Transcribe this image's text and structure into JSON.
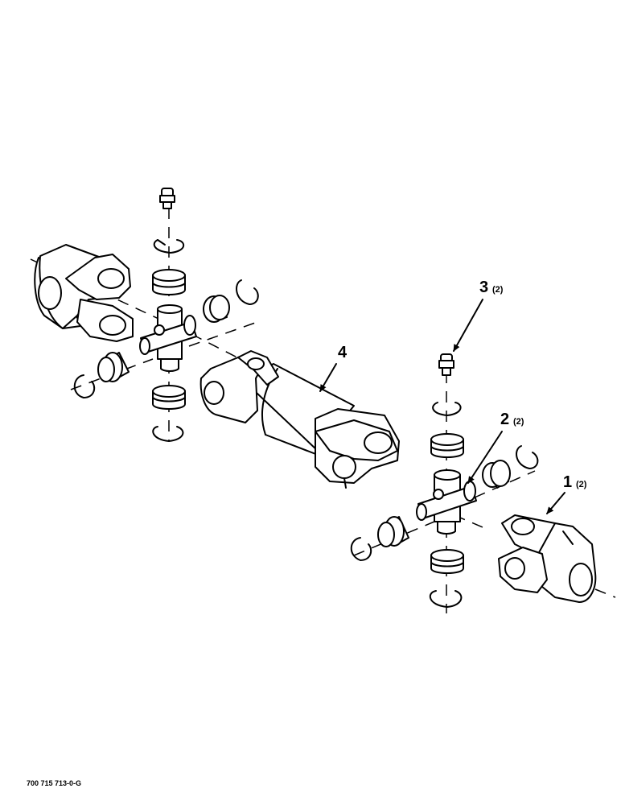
{
  "callouts": [
    {
      "number": "1",
      "qty": "(2)"
    },
    {
      "number": "2",
      "qty": "(2)"
    },
    {
      "number": "3",
      "qty": "(2)"
    },
    {
      "number": "4",
      "qty": ""
    }
  ],
  "drawing_reference": "700 715 713-0-G"
}
